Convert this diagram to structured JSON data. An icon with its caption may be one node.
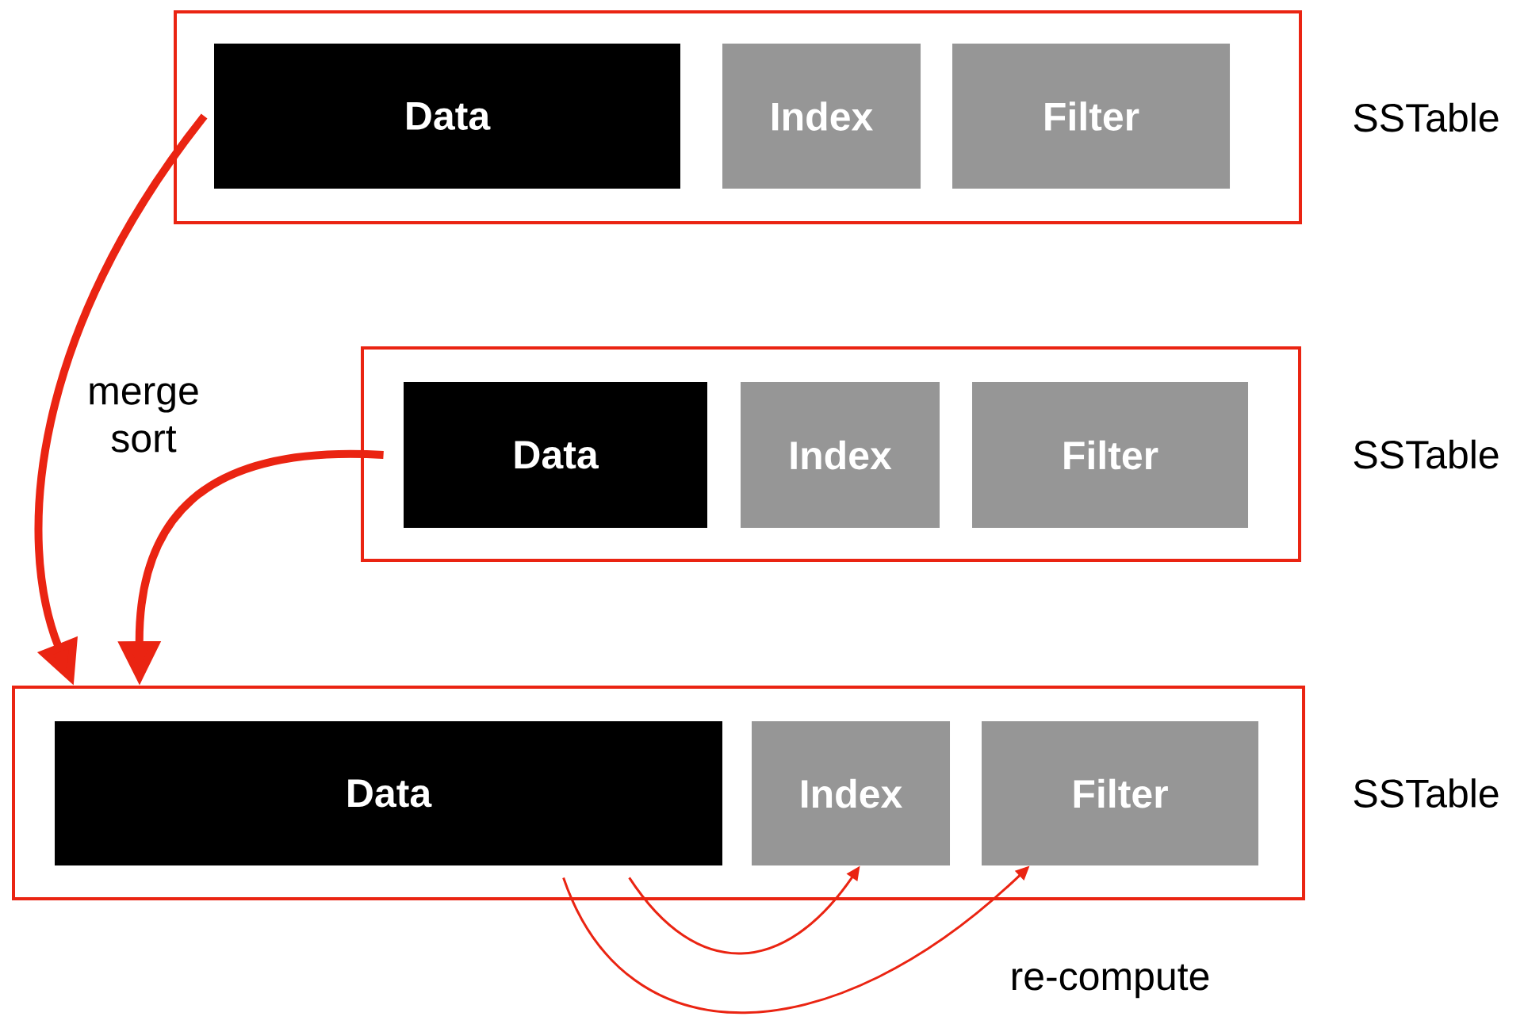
{
  "diagram": {
    "nodes": [
      {
        "text": [
          "SSTable"
        ]
      },
      {
        "text": [
          "Data"
        ],
        "in": 0
      },
      {
        "text": [
          "Index"
        ],
        "in": 0
      },
      {
        "text": [
          "Filter"
        ],
        "in": 0
      },
      {
        "text": [
          "SSTable"
        ]
      },
      {
        "text": [
          "Data"
        ],
        "in": 4
      },
      {
        "text": [
          "Index"
        ],
        "in": 4
      },
      {
        "text": [
          "Filter"
        ],
        "in": 4
      },
      {
        "text": [
          "SSTable"
        ]
      },
      {
        "text": [
          "Data"
        ],
        "in": 8
      },
      {
        "text": [
          "Index"
        ],
        "in": 8
      },
      {
        "text": [
          "Filter"
        ],
        "in": 8
      }
    ],
    "edges": [
      {
        "from": 1,
        "to": 8,
        "arrow": "to",
        "style": "thick"
      },
      {
        "from": 5,
        "to": 8,
        "arrow": "to",
        "style": "thick"
      },
      {
        "from": 9,
        "to": 10,
        "arrow": "to"
      },
      {
        "from": 9,
        "to": 11,
        "arrow": "to"
      }
    ],
    "labels": [
      "merge sort",
      "re-compute"
    ]
  }
}
